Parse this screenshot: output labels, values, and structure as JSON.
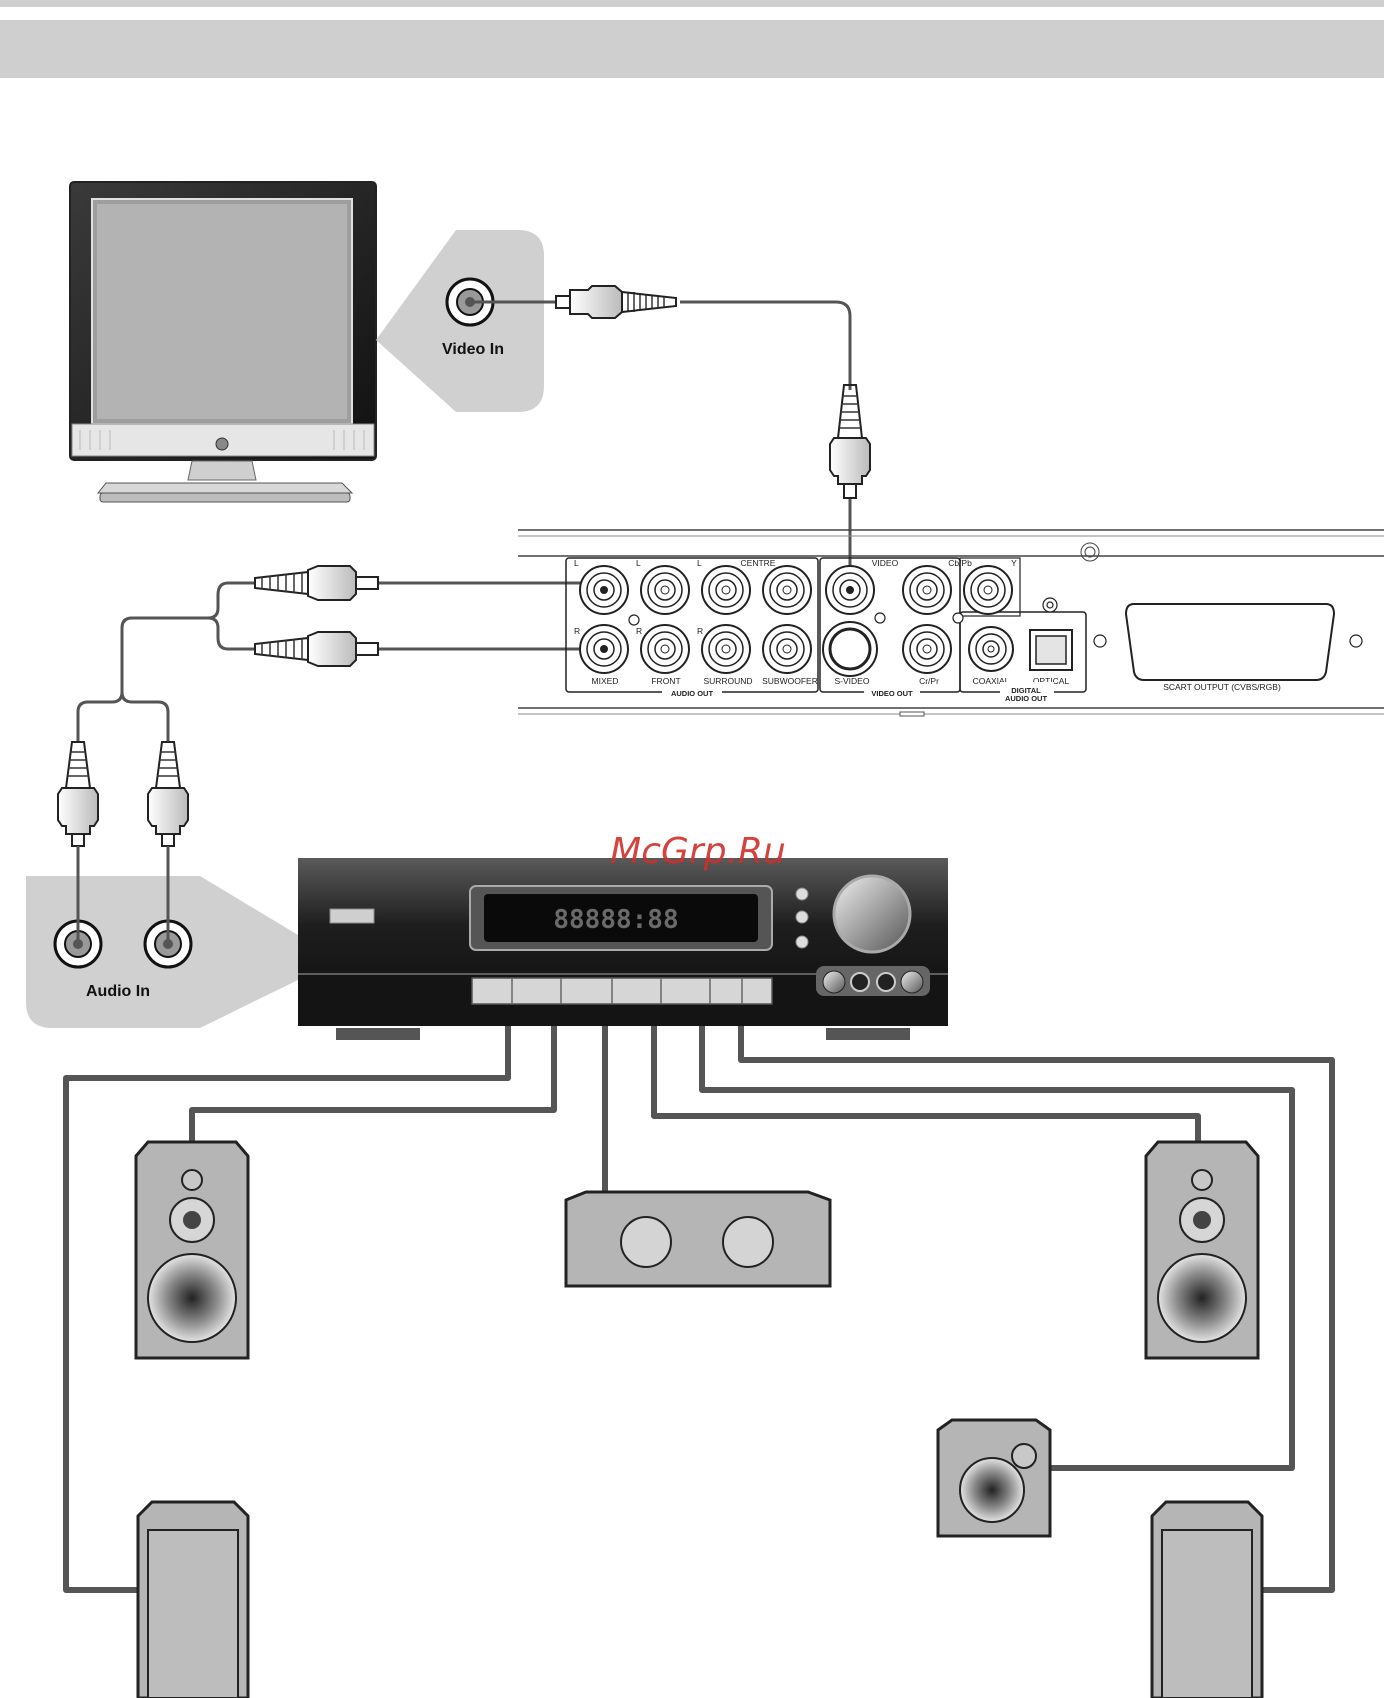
{
  "labels": {
    "video_in": "Video In",
    "audio_in": "Audio In"
  },
  "panel": {
    "top_labels": {
      "left_a": "L",
      "left_b": "L",
      "left_c": "L",
      "centre": "CENTRE",
      "video": "VIDEO",
      "cbpb": "Cb/Pb",
      "y": "Y"
    },
    "mid_labels": {
      "r_a": "R",
      "r_b": "R",
      "r_c": "R"
    },
    "bottom_labels": {
      "mixed": "MIXED",
      "front": "FRONT",
      "surround": "SURROUND",
      "subwoofer": "SUBWOOFER",
      "s_video": "S-VIDEO",
      "crpr": "Cr/Pr",
      "coaxial": "COAXIAL",
      "optical": "OPTICAL"
    },
    "group_labels": {
      "audio_out": "AUDIO OUT",
      "video_out": "VIDEO OUT",
      "digital_line1": "DIGITAL",
      "digital_line2": "AUDIO OUT"
    },
    "scart": "SCART OUTPUT (CVBS/RGB)"
  },
  "receiver": {
    "display_text": "88888:88"
  },
  "watermark": "McGrp.Ru",
  "colors": {
    "header_bar": "#cfcfcf",
    "callout": "#d0d0d0",
    "speaker_fill": "#b5b5b5",
    "cable": "#555555",
    "receiver_dark": "#1e1e1e",
    "watermark": "#d0302a"
  }
}
